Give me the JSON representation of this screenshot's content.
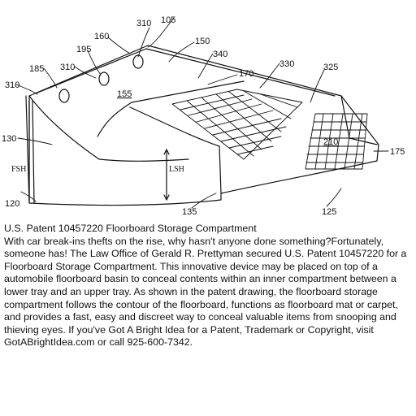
{
  "drawing": {
    "ref_labels": [
      {
        "id": "310a",
        "text": "310"
      },
      {
        "id": "105",
        "text": "105"
      },
      {
        "id": "160",
        "text": "160"
      },
      {
        "id": "150",
        "text": "150"
      },
      {
        "id": "195",
        "text": "195"
      },
      {
        "id": "340",
        "text": "340"
      },
      {
        "id": "185",
        "text": "185"
      },
      {
        "id": "310b",
        "text": "310"
      },
      {
        "id": "330",
        "text": "330"
      },
      {
        "id": "325",
        "text": "325"
      },
      {
        "id": "170",
        "text": "170"
      },
      {
        "id": "310c",
        "text": "310"
      },
      {
        "id": "155",
        "text": "155"
      },
      {
        "id": "130",
        "text": "130"
      },
      {
        "id": "210",
        "text": "210"
      },
      {
        "id": "175",
        "text": "175"
      },
      {
        "id": "fsh",
        "text": "FSH"
      },
      {
        "id": "lsh",
        "text": "LSH"
      },
      {
        "id": "120",
        "text": "120"
      },
      {
        "id": "135",
        "text": "135"
      },
      {
        "id": "125",
        "text": "125"
      }
    ]
  },
  "caption": {
    "title": "U.S. Patent 10457220 Floorboard Storage Compartment",
    "body": "With car break-ins thefts on the rise, why hasn't anyone done something?Fortunately, someone has! The Law Office of Gerald R. Prettyman secured U.S. Patent 10457220 for a Floorboard Storage Compartment. This innovative device may be placed on top of a automobile floorboard basin to conceal contents within an inner compartment between a lower tray and an upper tray. As shown in the patent drawing, the floorboard storage compartment follows the contour of the floorboard, functions as floorboard mat or carpet, and provides a fast, easy and discreet way to conceal valuable items from snooping and thieving eyes. If you've Got A Bright Idea for a Patent, Trademark or Copyright, visit GotABrightIdea.com or call 925-600-7342."
  }
}
